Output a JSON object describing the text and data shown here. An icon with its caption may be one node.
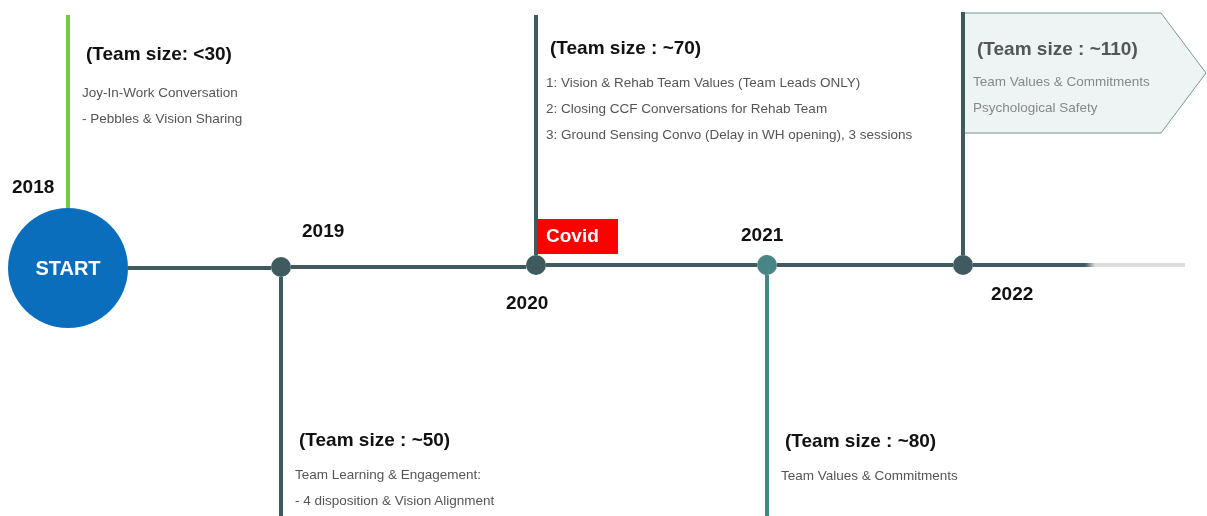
{
  "diagram": {
    "nodes": [
      {
        "text": [
          "START"
        ],
        "beside": [
          "2018"
        ]
      },
      {
        "text": [],
        "shape": "circle",
        "beside": [
          "2019"
        ]
      },
      {
        "text": [],
        "shape": "circle",
        "beside": [
          "2020"
        ]
      },
      {
        "text": [],
        "shape": "circle",
        "beside": [
          "2021"
        ]
      },
      {
        "text": [],
        "shape": "circle",
        "beside": [
          "2022"
        ]
      },
      {
        "text": [
          "Covid"
        ]
      },
      {
        "text": [
          "(Team size: <30)",
          "Joy-In-Work Conversation",
          "- Pebbles & Vision Sharing"
        ]
      },
      {
        "text": [
          "(Team size : ~50)",
          "Team Learning & Engagement:",
          "- 4 disposition & Vision Alignment"
        ]
      },
      {
        "text": [
          "(Team size : ~70)",
          "1: Vision & Rehab Team Values (Team Leads ONLY)",
          "2: Closing CCF Conversations for Rehab Team",
          "3: Ground Sensing Convo (Delay in WH opening), 3 sessions"
        ]
      },
      {
        "text": [
          "(Team size : ~80)",
          "Team Values & Commitments"
        ]
      },
      {
        "text": [
          "(Team size : ~110)",
          "Team Values & Commitments",
          "Psychological Safety"
        ]
      }
    ],
    "edges": [
      {
        "from": 0,
        "to": 1,
        "arrow": "none"
      },
      {
        "from": 1,
        "to": 2,
        "arrow": "none"
      },
      {
        "from": 2,
        "to": 3,
        "arrow": "none"
      },
      {
        "from": 3,
        "to": 4,
        "arrow": "none"
      },
      {
        "from": 4,
        "to": null,
        "arrow": "none"
      },
      {
        "from": 0,
        "to": 6,
        "arrow": "none",
        "color": "#7ac943"
      },
      {
        "from": 1,
        "to": 7,
        "arrow": "none"
      },
      {
        "from": 2,
        "to": 8,
        "arrow": "none"
      },
      {
        "from": 3,
        "to": 9,
        "arrow": "none",
        "color": "#4a8585"
      },
      {
        "from": 4,
        "to": 10,
        "arrow": "none"
      }
    ]
  }
}
